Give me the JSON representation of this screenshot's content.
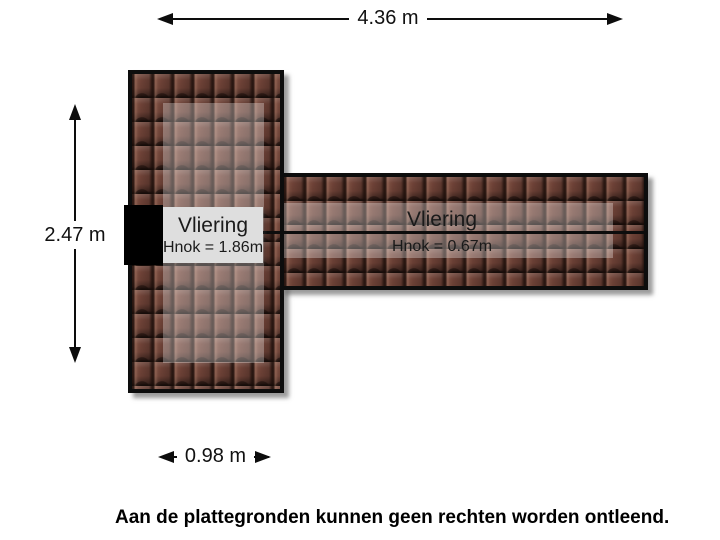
{
  "plan": {
    "rooms": [
      {
        "name": "Vliering",
        "height_note": "Hnok = 1.86m"
      },
      {
        "name": "Vliering",
        "height_note": "Hnok = 0.67m"
      }
    ],
    "dimensions": {
      "width_total": "4.36 m",
      "height_left": "2.47 m",
      "width_bottom": "0.98 m"
    },
    "colors": {
      "tile_base": "#6e4237",
      "tile_shadow": "#1f120e",
      "tile_highlight": "#a3755f",
      "outline": "#0d0d0d",
      "label_box": "#dedede",
      "overlay_light": "rgba(255,255,255,0.30)"
    }
  },
  "footer": {
    "disclaimer": "Aan de plattegronden kunnen geen rechten worden ontleend."
  }
}
